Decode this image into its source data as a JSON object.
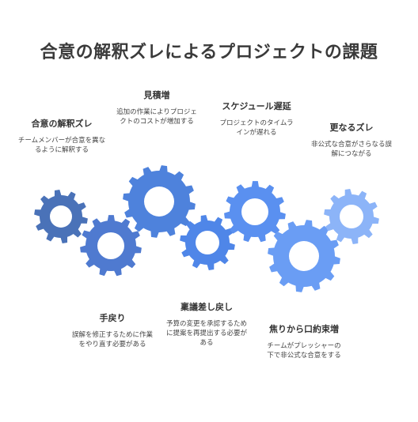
{
  "title": "合意の解釈ズレによるプロジェクトの課題",
  "colors": {
    "gear1": "#4a72b8",
    "gear2": "#4f7ad0",
    "gear3": "#4e82dc",
    "gear4": "#4f86e8",
    "gear5": "#5a90f0",
    "gear6": "#6a9df4",
    "gear7": "#8cb4f8"
  },
  "items": [
    {
      "head": "合意の解釈ズレ",
      "desc": "チームメンバーが合意を異なるように解釈する"
    },
    {
      "head": "見積増",
      "desc": "追加の作業によりプロジェクトのコストが増加する"
    },
    {
      "head": "スケジュール遅延",
      "desc": "プロジェクトのタイムラインが遅れる"
    },
    {
      "head": "更なるズレ",
      "desc": "非公式な合意がさらなる誤解につながる"
    },
    {
      "head": "手戻り",
      "desc": "誤解を修正するために作業をやり直す必要がある"
    },
    {
      "head": "稟議差し戻し",
      "desc": "予算の変更を承認するために提案を再提出する必要がある"
    },
    {
      "head": "焦りから口約束増",
      "desc": "チームがプレッシャーの下で非公式な合意をする"
    }
  ]
}
